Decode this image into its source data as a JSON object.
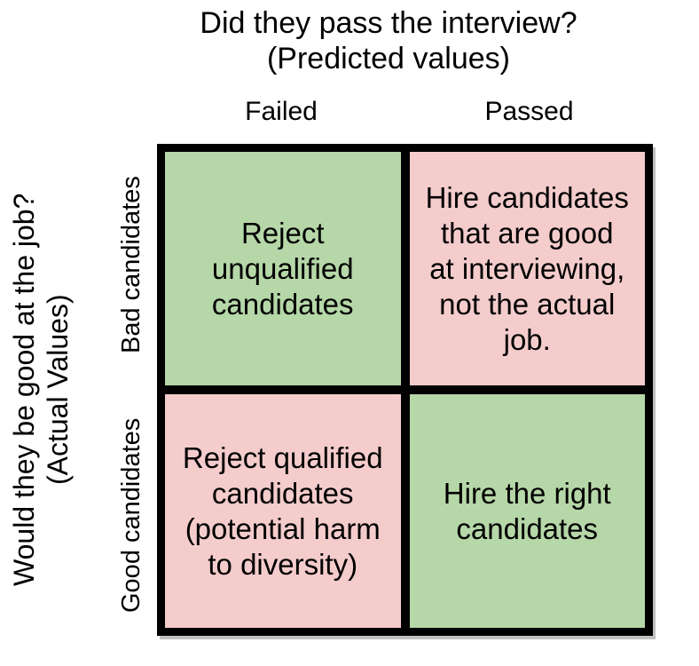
{
  "figure": {
    "background": "#ffffff",
    "colors": {
      "positive_cell": "#b6d7a8",
      "negative_cell": "#f4cccc",
      "grid_line": "#000000",
      "text": "#000000"
    },
    "x_axis": {
      "title": "Did they pass the interview?\n(Predicted values)",
      "labels": [
        "Failed",
        "Passed"
      ]
    },
    "y_axis": {
      "title": "Would they be good at the job?\n(Actual Values)",
      "labels": [
        "Bad candidates",
        "Good candidates"
      ]
    },
    "cells": [
      [
        {
          "text": "Reject\nunqualified\ncandidates",
          "tone": "positive"
        },
        {
          "text": "Hire candidates\nthat are good\nat interviewing,\nnot the actual\njob.",
          "tone": "negative"
        }
      ],
      [
        {
          "text": "Reject qualified\ncandidates\n(potential harm\nto diversity)",
          "tone": "negative"
        },
        {
          "text": "Hire the right\ncandidates",
          "tone": "positive"
        }
      ]
    ]
  }
}
